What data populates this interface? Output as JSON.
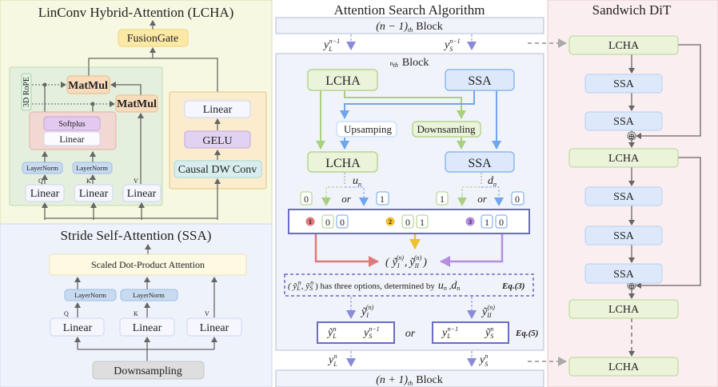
{
  "colors": {
    "lcha_panel": "#f7f8e1",
    "ssa_panel": "#eef3fb",
    "sandwich_panel": "#fbeef0",
    "green": "#b6d68f",
    "blue": "#8db8ef",
    "option1": "#e07a7a",
    "option2": "#f0c030",
    "option3": "#b58ee0",
    "eq": "#c0603a"
  },
  "lcha": {
    "title": "LinConv Hybrid-Attention (LCHA)",
    "fusion": "FusionGate",
    "rope": "3D RoPE",
    "matmul1": "MatMul",
    "matmul2": "MatMul",
    "softplus": "Softplus",
    "linear_inner": "Linear",
    "layernorm_q": "LayerNorm",
    "layernorm_k": "LayerNorm",
    "q": "Q",
    "k": "K",
    "v": "V",
    "linear_q": "Linear",
    "linear_k": "Linear",
    "linear_v": "Linear",
    "conv_linear": "Linear",
    "gelu": "GELU",
    "dwconv": "Causal DW Conv"
  },
  "ssa": {
    "title": "Stride Self-Attention (SSA)",
    "sdpa": "Scaled Dot-Product Attention",
    "layernorm_q": "LayerNorm",
    "layernorm_k": "LayerNorm",
    "q": "Q",
    "k": "K",
    "v": "V",
    "linear_q": "Linear",
    "linear_k": "Linear",
    "linear_v": "Linear",
    "downsampling": "Downsampling"
  },
  "search": {
    "title": "Attention Search Algorithm",
    "prev_block": {
      "math": "(n − 1)",
      "sub": "th",
      "label": "Block"
    },
    "cur_block": {
      "math": "n",
      "sub": "th",
      "label": "Block"
    },
    "next_block": {
      "math": "(n + 1)",
      "sub": "th",
      "label": "Block"
    },
    "in_l": {
      "base": "y",
      "sub": "L",
      "sup": "n−1"
    },
    "in_s": {
      "base": "y",
      "sub": "S",
      "sup": "n−1"
    },
    "lcha1": "LCHA",
    "ssa1": "SSA",
    "upsampling": "Upsamping",
    "downsampling": "Downsamling",
    "lcha2": "LCHA",
    "ssa2": "SSA",
    "u": {
      "base": "u",
      "sub": "n"
    },
    "d": {
      "base": "d",
      "sub": "n"
    },
    "choice_left": [
      "0",
      "or",
      "1"
    ],
    "choice_right": [
      "1",
      "or",
      "0"
    ],
    "options": [
      {
        "num": "1",
        "bits": [
          "0",
          "0"
        ]
      },
      {
        "num": "2",
        "bits": [
          "0",
          "1"
        ]
      },
      {
        "num": "3",
        "bits": [
          "1",
          "0"
        ]
      }
    ],
    "pair": "( ỹ_I^(n) , ỹ_II^(n) )",
    "pair_parts": {
      "a": "ỹ",
      "asub": "I",
      "asup": "(n)",
      "b": "ỹ",
      "bsub": "II",
      "bsup": "(n)"
    },
    "note_pre": "( ỹ",
    "note_l_sub": "L",
    "note_l_sup": "n",
    "note_mid": ", ỹ",
    "note_s_sub": "S",
    "note_s_sup": "n",
    "note_text": ") has three options, determined by",
    "note_u": "u",
    "note_d": "d",
    "note_n": "n",
    "eq3": "Eq.(3)",
    "yI": {
      "base": "ỹ",
      "sub": "I",
      "sup": "(n)"
    },
    "yII": {
      "base": "ỹ",
      "sub": "II",
      "sup": "(n)"
    },
    "res1": [
      {
        "base": "ỹ",
        "sub": "L",
        "sup": "n"
      },
      {
        "base": "y",
        "sub": "S",
        "sup": "n−1"
      }
    ],
    "or": "or",
    "res2": [
      {
        "base": "y",
        "sub": "L",
        "sup": "n−1"
      },
      {
        "base": "ỹ",
        "sub": "S",
        "sup": "n"
      }
    ],
    "eq5": "Eq.(5)",
    "out_l": {
      "base": "y",
      "sub": "L",
      "sup": "n"
    },
    "out_s": {
      "base": "y",
      "sub": "S",
      "sup": "n"
    }
  },
  "sandwich": {
    "title": "Sandwich DiT",
    "blocks": [
      "LCHA",
      "SSA",
      "SSA",
      "LCHA",
      "SSA",
      "SSA",
      "SSA",
      "LCHA",
      "LCHA"
    ],
    "plus": "⊕"
  }
}
